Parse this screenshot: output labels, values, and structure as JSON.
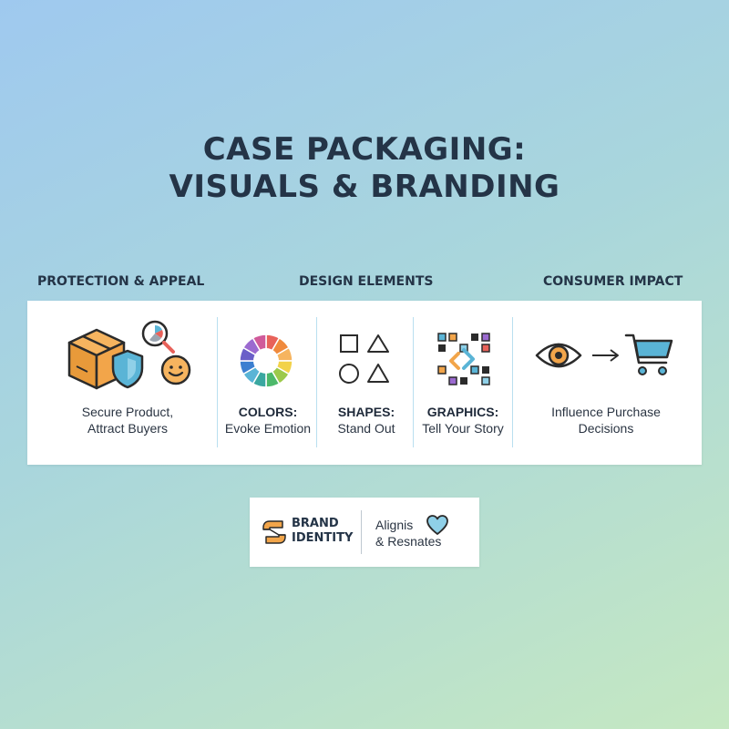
{
  "title": {
    "line1": "CASE PACKAGING:",
    "line2": "VISUALS & BRANDING"
  },
  "sections": {
    "protection": "PROTECTION & APPEAL",
    "design": "DESIGN ELEMENTS",
    "impact": "CONSUMER IMPACT"
  },
  "panels": {
    "protection": {
      "line1": "Secure Product,",
      "line2": "Attract Buyers"
    },
    "colors": {
      "label": "COLORS:",
      "text": "Evoke Emotion"
    },
    "shapes": {
      "label": "SHAPES:",
      "text": "Stand Out"
    },
    "graphics": {
      "label": "GRAPHICS:",
      "text": "Tell Your Story"
    },
    "impact": {
      "line1": "Influence Purchase",
      "line2": "Decisions"
    }
  },
  "brand": {
    "line1": "BRAND",
    "line2": "IDENTITY",
    "sub_line1": "Alignis",
    "sub_line2": "& Resnates"
  },
  "icons": {
    "box": "package-box-icon",
    "shield": "shield-icon",
    "magnifier": "magnifier-icon",
    "smiley": "smiley-icon",
    "color_wheel": "color-wheel-icon",
    "shapes": "shapes-icon",
    "graphics": "graphics-icon",
    "eye": "eye-icon",
    "arrow": "arrow-right-icon",
    "cart": "shopping-cart-icon",
    "brand_logo": "brand-logo-icon",
    "heart": "heart-icon"
  },
  "colors": {
    "heading": "#243447",
    "accent_orange": "#f2a54a",
    "accent_blue": "#5ab4d6"
  }
}
